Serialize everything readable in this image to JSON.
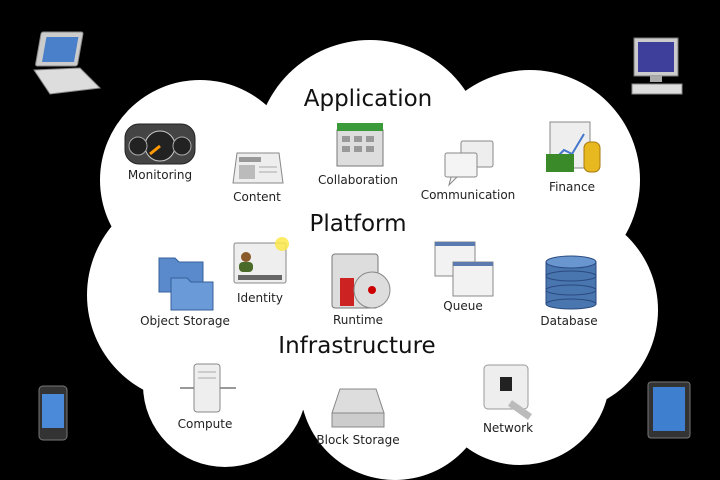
{
  "layers": {
    "application": "Application",
    "platform": "Platform",
    "infrastructure": "Infrastructure"
  },
  "application_items": [
    "Monitoring",
    "Content",
    "Collaboration",
    "Communication",
    "Finance"
  ],
  "platform_items": [
    "Identity",
    "Object Storage",
    "Runtime",
    "Queue",
    "Database"
  ],
  "infrastructure_items": [
    "Compute",
    "Block Storage",
    "Network"
  ],
  "devices": [
    "laptop-icon",
    "desktop-icon",
    "phone-icon",
    "tablet-icon"
  ],
  "colors": {
    "background": "#000000",
    "cloud": "#ffffff",
    "text": "#222222"
  }
}
